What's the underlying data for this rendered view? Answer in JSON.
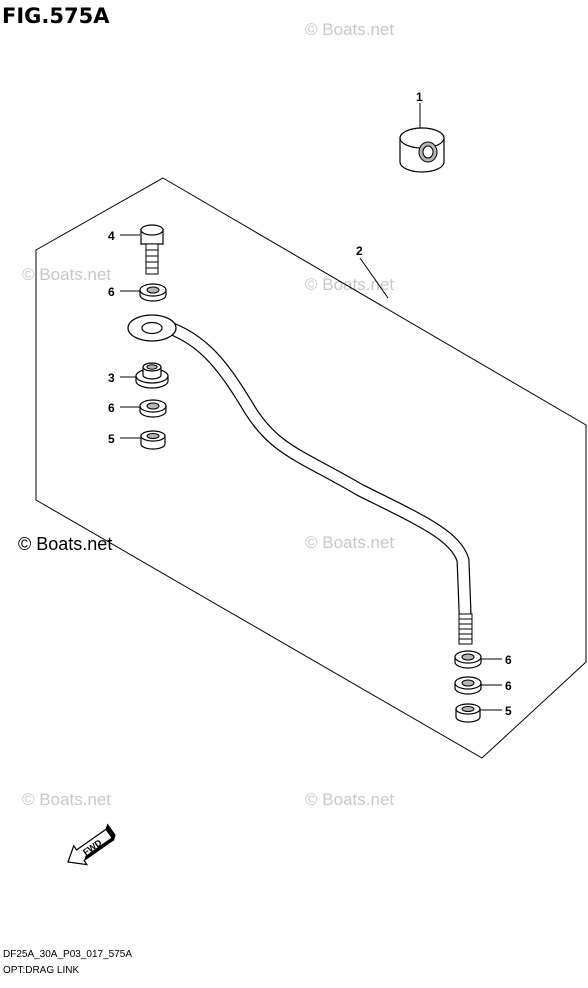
{
  "figure": {
    "title": "FIG.575A"
  },
  "footer": {
    "code": "DF25A_30A_P03_017_575A",
    "name": "OPT:DRAG LINK"
  },
  "watermark": {
    "text": "© Boats.net",
    "color": "#c8c8c8"
  },
  "callouts": {
    "c1": "1",
    "c2": "2",
    "c3": "3",
    "c4": "4",
    "c5a": "5",
    "c5b": "5",
    "c6a": "6",
    "c6b": "6",
    "c6c": "6",
    "c6d": "6"
  },
  "fwd_arrow": {
    "label": "FWD"
  }
}
